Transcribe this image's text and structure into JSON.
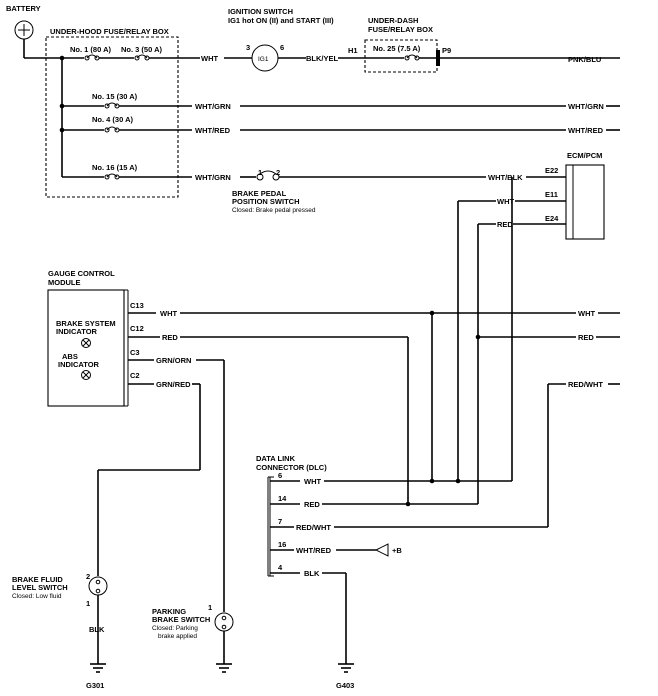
{
  "components": {
    "battery": "BATTERY",
    "under_hood_box": "UNDER-HOOD FUSE/RELAY BOX",
    "ignition_title": "IGNITION SWITCH",
    "ignition_sub": "IG1 hot ON (II) and START (III)",
    "ig1": "IG1",
    "under_dash_1": "UNDER-DASH",
    "under_dash_2": "FUSE/RELAY BOX",
    "ecm": "ECM/PCM",
    "bpp_1": "BRAKE PEDAL",
    "bpp_2": "POSITION SWITCH",
    "bpp_cond": "Closed: Brake pedal pressed",
    "gcm_1": "GAUGE CONTROL",
    "gcm_2": "MODULE",
    "brake_ind_1": "BRAKE SYSTEM",
    "brake_ind_2": "INDICATOR",
    "abs_ind_1": "ABS",
    "abs_ind_2": "INDICATOR",
    "dlc_1": "DATA LINK",
    "dlc_2": "CONNECTOR (DLC)",
    "plus_b": "+B",
    "bfl_1": "BRAKE FLUID",
    "bfl_2": "LEVEL SWITCH",
    "bfl_cond": "Closed: Low fluid",
    "pbs_1": "PARKING",
    "pbs_2": "BRAKE SWITCH",
    "pbs_cond1": "Closed: Parking",
    "pbs_cond2": "brake applied"
  },
  "fuses": {
    "f1": "No. 1 (80 A)",
    "f3": "No. 3 (50 A)",
    "f15": "No. 15 (30 A)",
    "f4": "No. 4 (30 A)",
    "f16": "No. 16 (15 A)",
    "f25": "No. 25 (7.5 A)"
  },
  "pins": {
    "ig3": "3",
    "ig6": "6",
    "h1": "H1",
    "p9": "P9",
    "bpp1": "1",
    "bpp2": "2",
    "e22": "E22",
    "e11": "E11",
    "e24": "E24",
    "c13": "C13",
    "c12": "C12",
    "c3": "C3",
    "c2": "C2",
    "dlc6": "6",
    "dlc14": "14",
    "dlc7": "7",
    "dlc16": "16",
    "dlc4": "4",
    "bfl2": "2",
    "bfl1": "1",
    "pbs1": "1"
  },
  "wires": {
    "wht": "WHT",
    "blk_yel": "BLK/YEL",
    "pnk_blu": "PNK/BLU",
    "wht_grn": "WHT/GRN",
    "wht_red": "WHT/RED",
    "wht_blk": "WHT/BLK",
    "red": "RED",
    "grn_orn": "GRN/ORN",
    "grn_red": "GRN/RED",
    "red_wht": "RED/WHT",
    "blk": "BLK"
  },
  "grounds": {
    "g301": "G301",
    "g403": "G403"
  }
}
